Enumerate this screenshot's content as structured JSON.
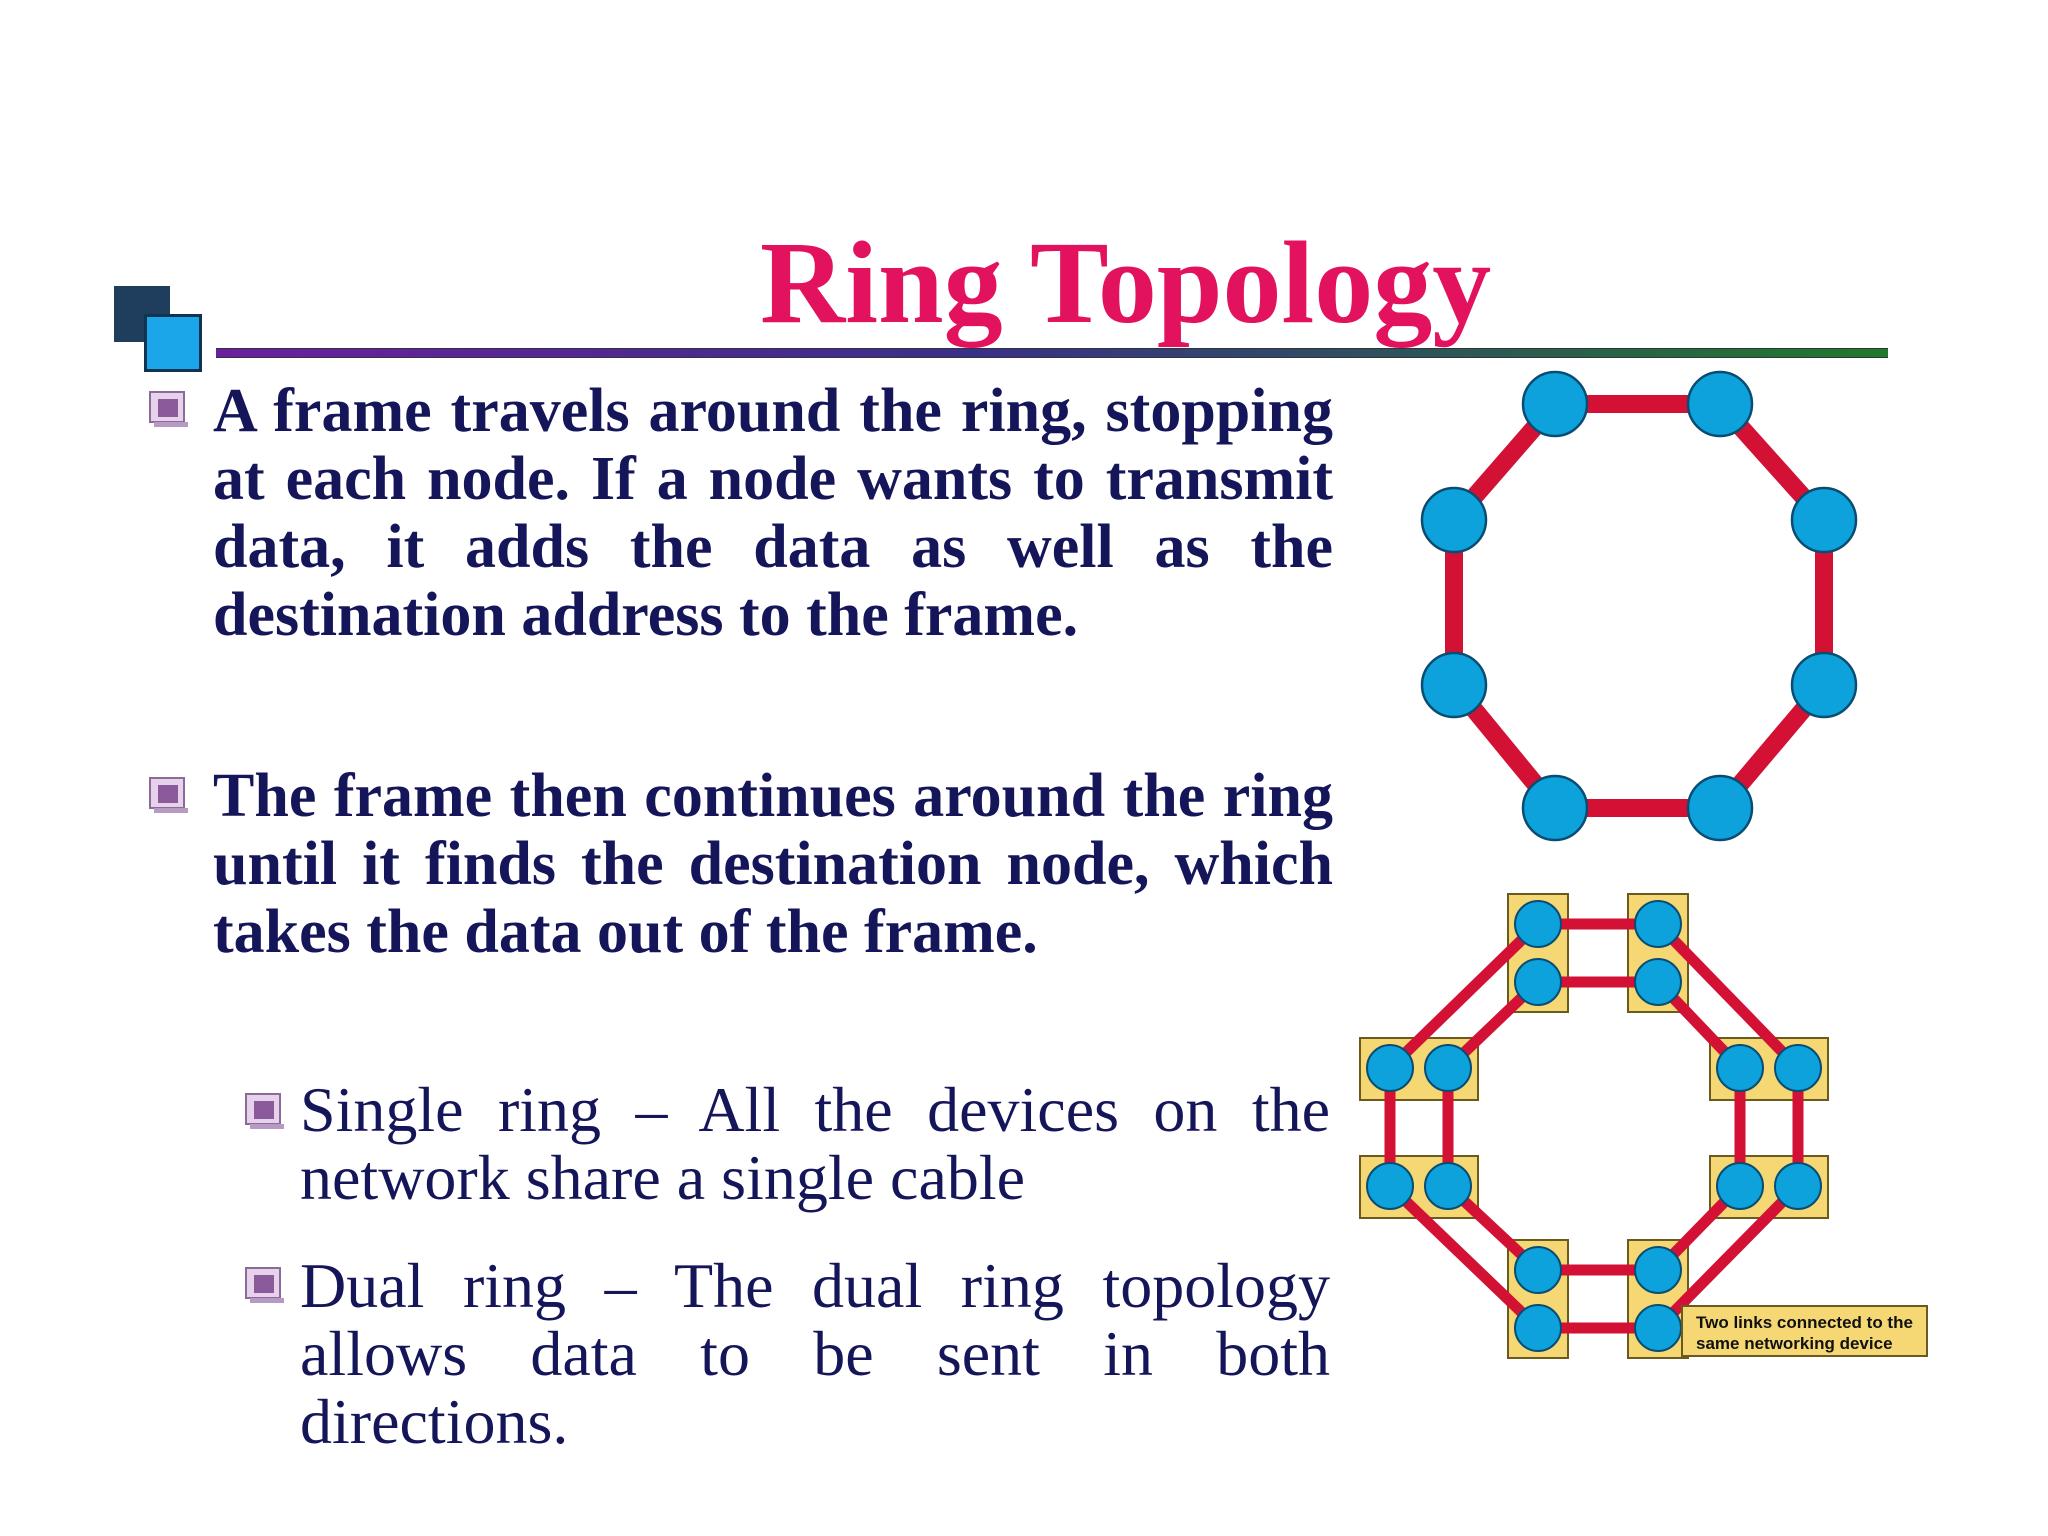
{
  "slide": {
    "title": "Ring Topology",
    "bullets": [
      {
        "text": "A frame travels around the ring, stopping at each node. If a node wants to transmit data, it adds the data as well as the destination address to the frame."
      },
      {
        "text": "The frame then continues around the ring until it finds the destination node, which takes the data out of the frame."
      }
    ],
    "sub_bullets": [
      {
        "text": "Single ring – All the devices on the network share a single cable"
      },
      {
        "text": "Dual ring – The dual ring topology allows data to be sent in both directions."
      }
    ]
  },
  "dual_ring_diagram": {
    "callout_line1": "Two links connected to the",
    "callout_line2": "same networking device"
  },
  "colors": {
    "title": "#e3125f",
    "body_text": "#15155a",
    "ring_link": "#d21135",
    "node": "#0ea2dc",
    "device_box": "#f5d774",
    "callout_box": "#f5d774"
  }
}
